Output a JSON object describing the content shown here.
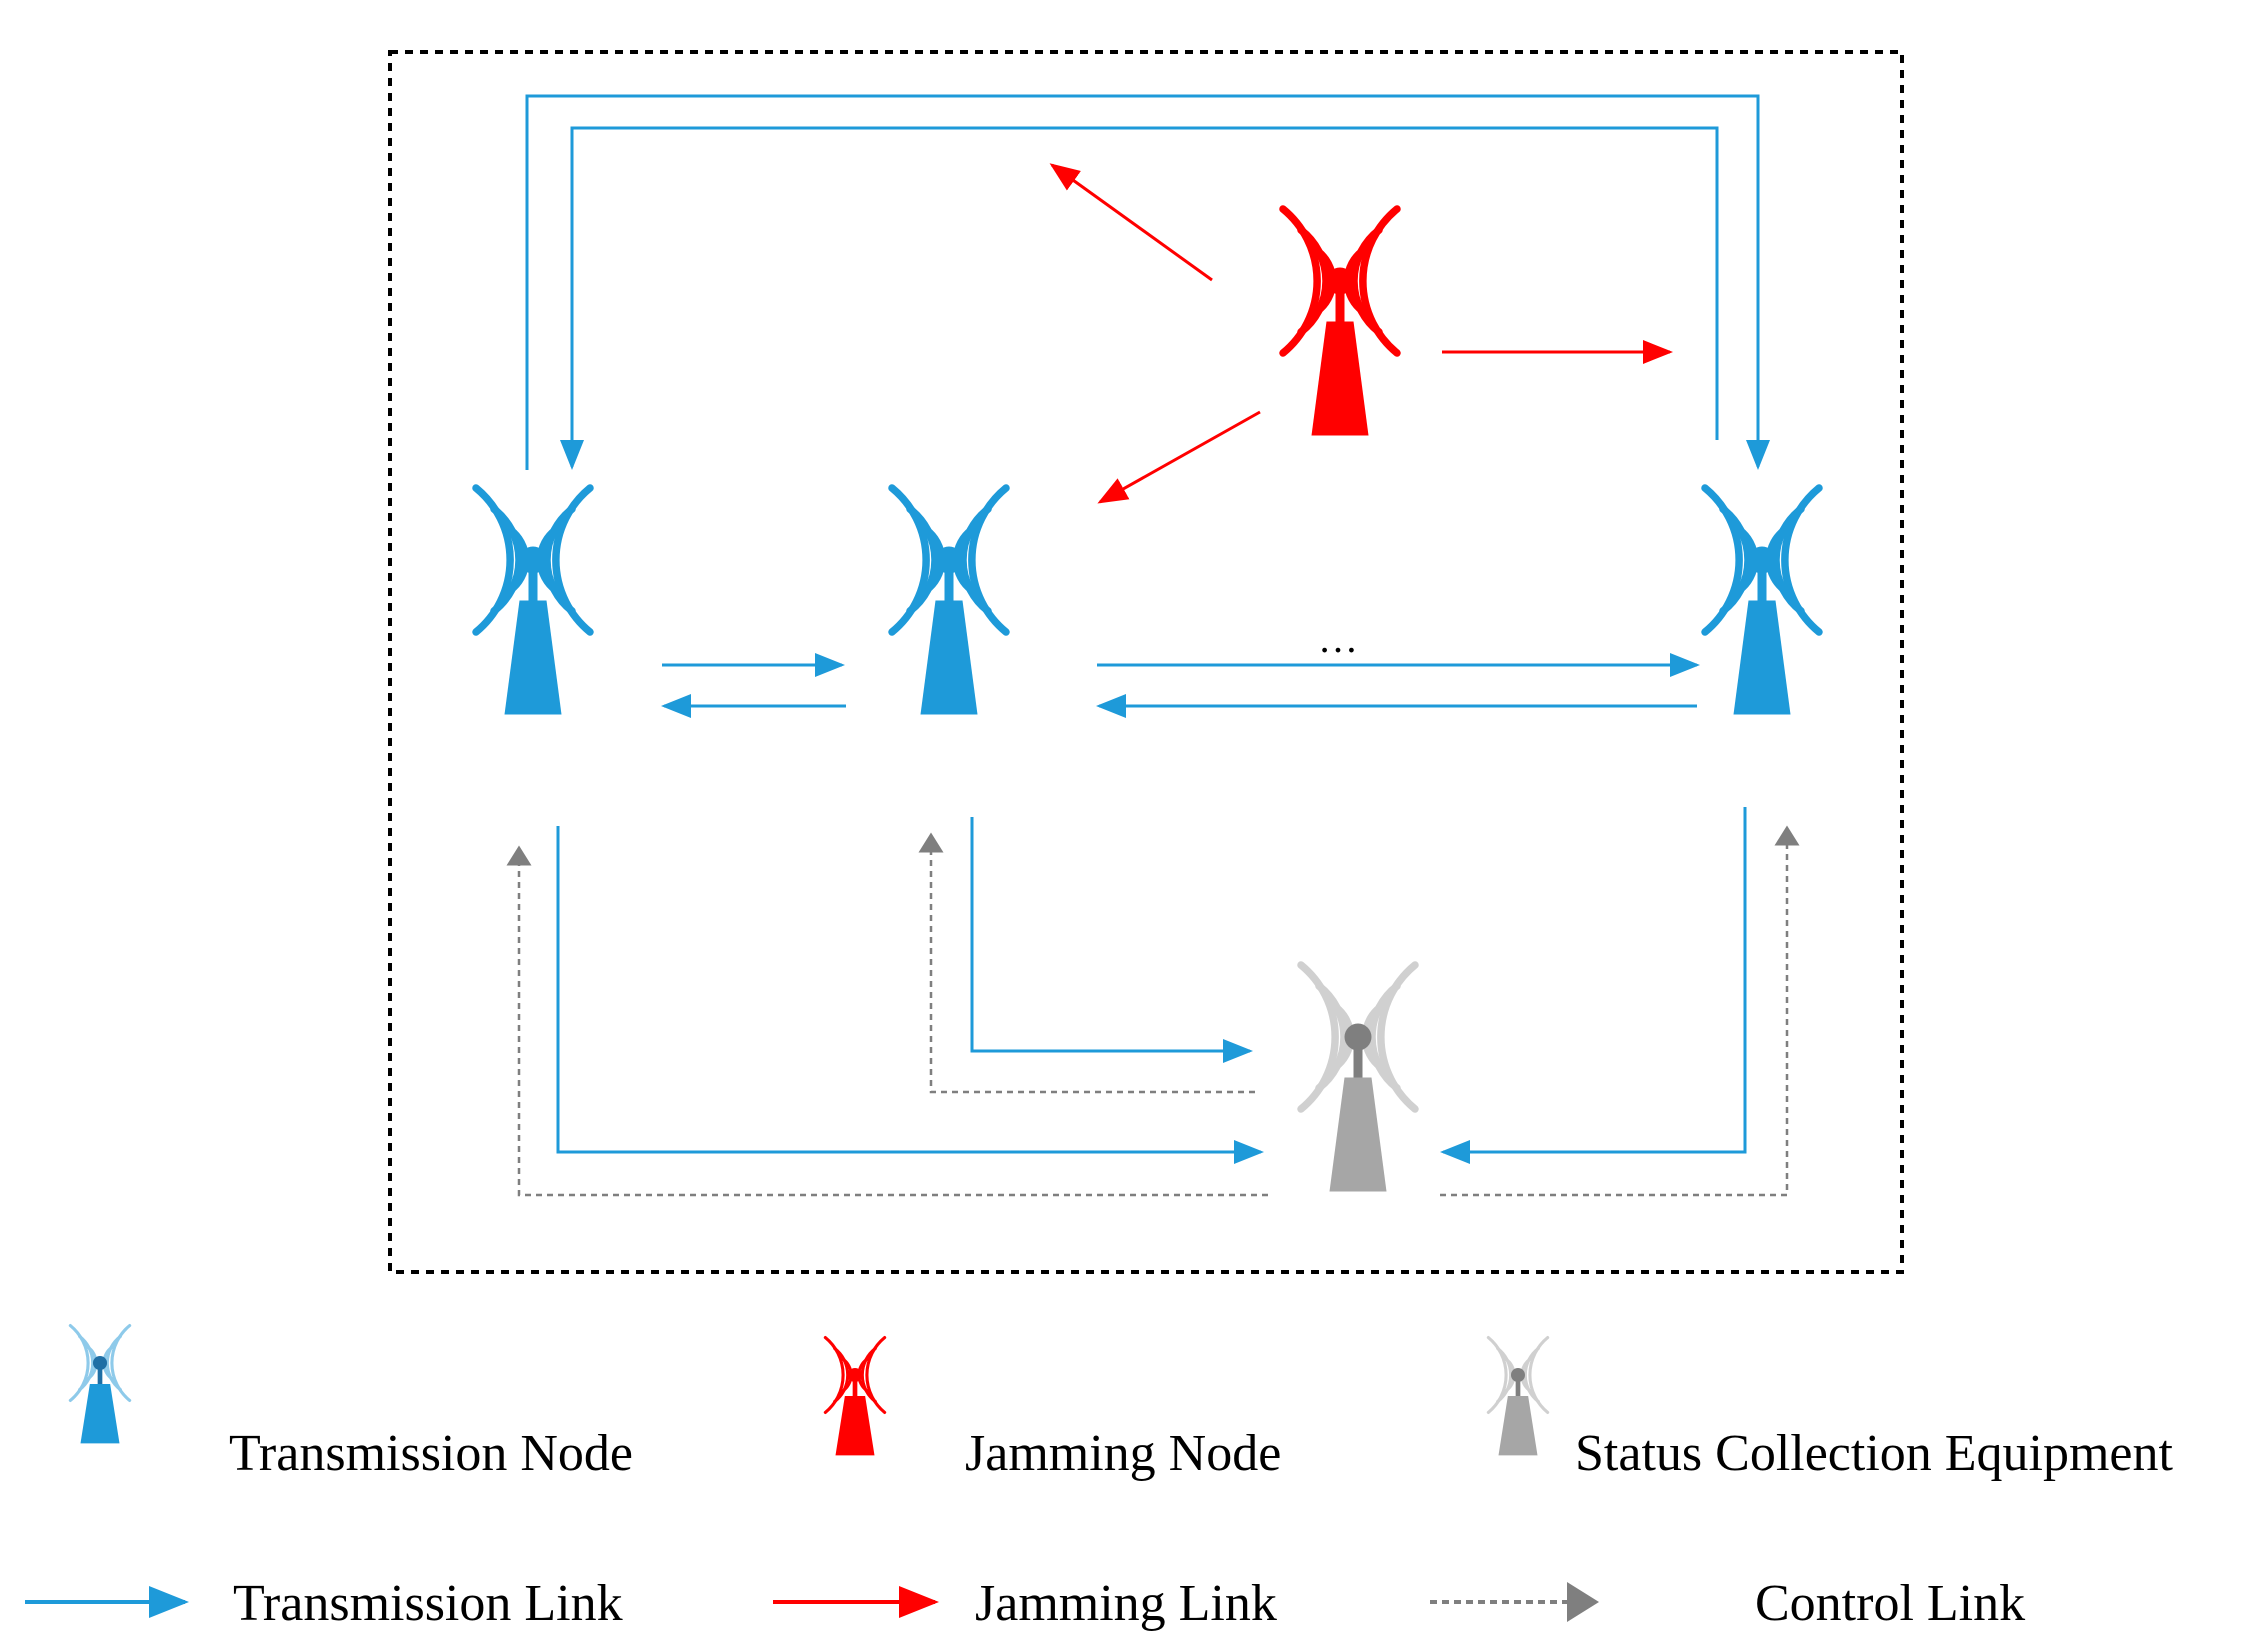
{
  "colors": {
    "transmission": "#1e9ad9",
    "jamming": "#ff0000",
    "status_body": "#a6a6a6",
    "status_head": "#7f7f7f",
    "status_waves": "#d0d0d0",
    "control": "#7f7f7f",
    "boundary": "#000000"
  },
  "icons": {
    "transmission_node": "radio-tower-icon",
    "jamming_node": "radio-tower-icon",
    "status_collection_equipment": "radio-tower-icon"
  },
  "diagram": {
    "ellipsis": "…"
  },
  "legend": {
    "transmission_node": "Transmission Node",
    "jamming_node": "Jamming Node",
    "status_collection_equipment": "Status Collection Equipment",
    "transmission_link": "Transmission Link",
    "jamming_link": "Jamming Link",
    "control_link": "Control Link"
  }
}
